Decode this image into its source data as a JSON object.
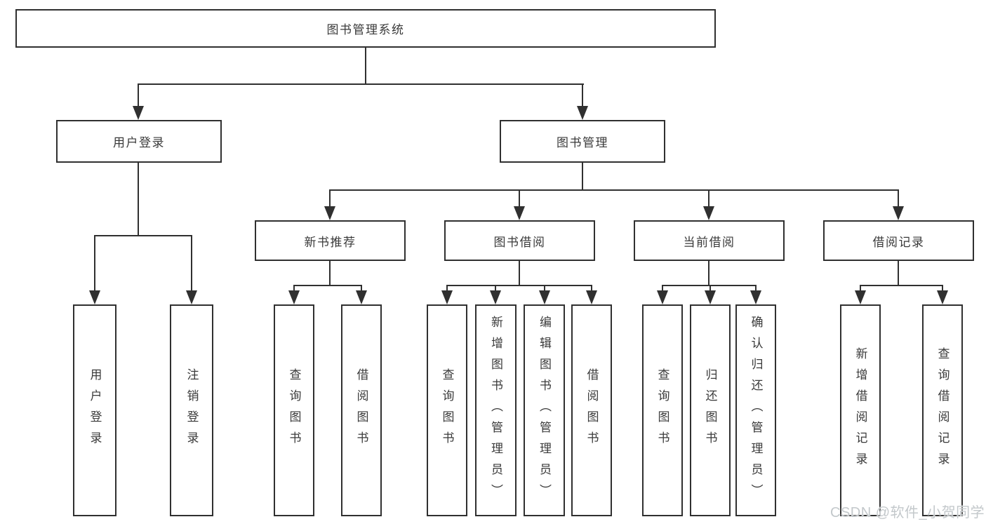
{
  "diagram": {
    "root": {
      "label": "图书管理系统"
    },
    "branches": [
      {
        "label": "用户登录",
        "leaves": [
          {
            "label": "用户登录"
          },
          {
            "label": "注销登录"
          }
        ]
      },
      {
        "label": "图书管理",
        "children": [
          {
            "label": "新书推荐",
            "leaves": [
              {
                "label": "查询图书"
              },
              {
                "label": "借阅图书"
              }
            ]
          },
          {
            "label": "图书借阅",
            "leaves": [
              {
                "label": "查询图书"
              },
              {
                "label": "新增图书（管理员）"
              },
              {
                "label": "编辑图书（管理员）"
              },
              {
                "label": "借阅图书"
              }
            ]
          },
          {
            "label": "当前借阅",
            "leaves": [
              {
                "label": "查询图书"
              },
              {
                "label": "归还图书"
              },
              {
                "label": "确认归还（管理员）"
              }
            ]
          },
          {
            "label": "借阅记录",
            "leaves": [
              {
                "label": "新增借阅记录"
              },
              {
                "label": "查询借阅记录"
              }
            ]
          }
        ]
      }
    ]
  },
  "watermark": {
    "text": "CSDN @软件_小贺同学"
  },
  "colors": {
    "line": "#303030",
    "text": "#3a3a3a",
    "background": "#ffffff",
    "watermark": "#c3c8cb"
  }
}
